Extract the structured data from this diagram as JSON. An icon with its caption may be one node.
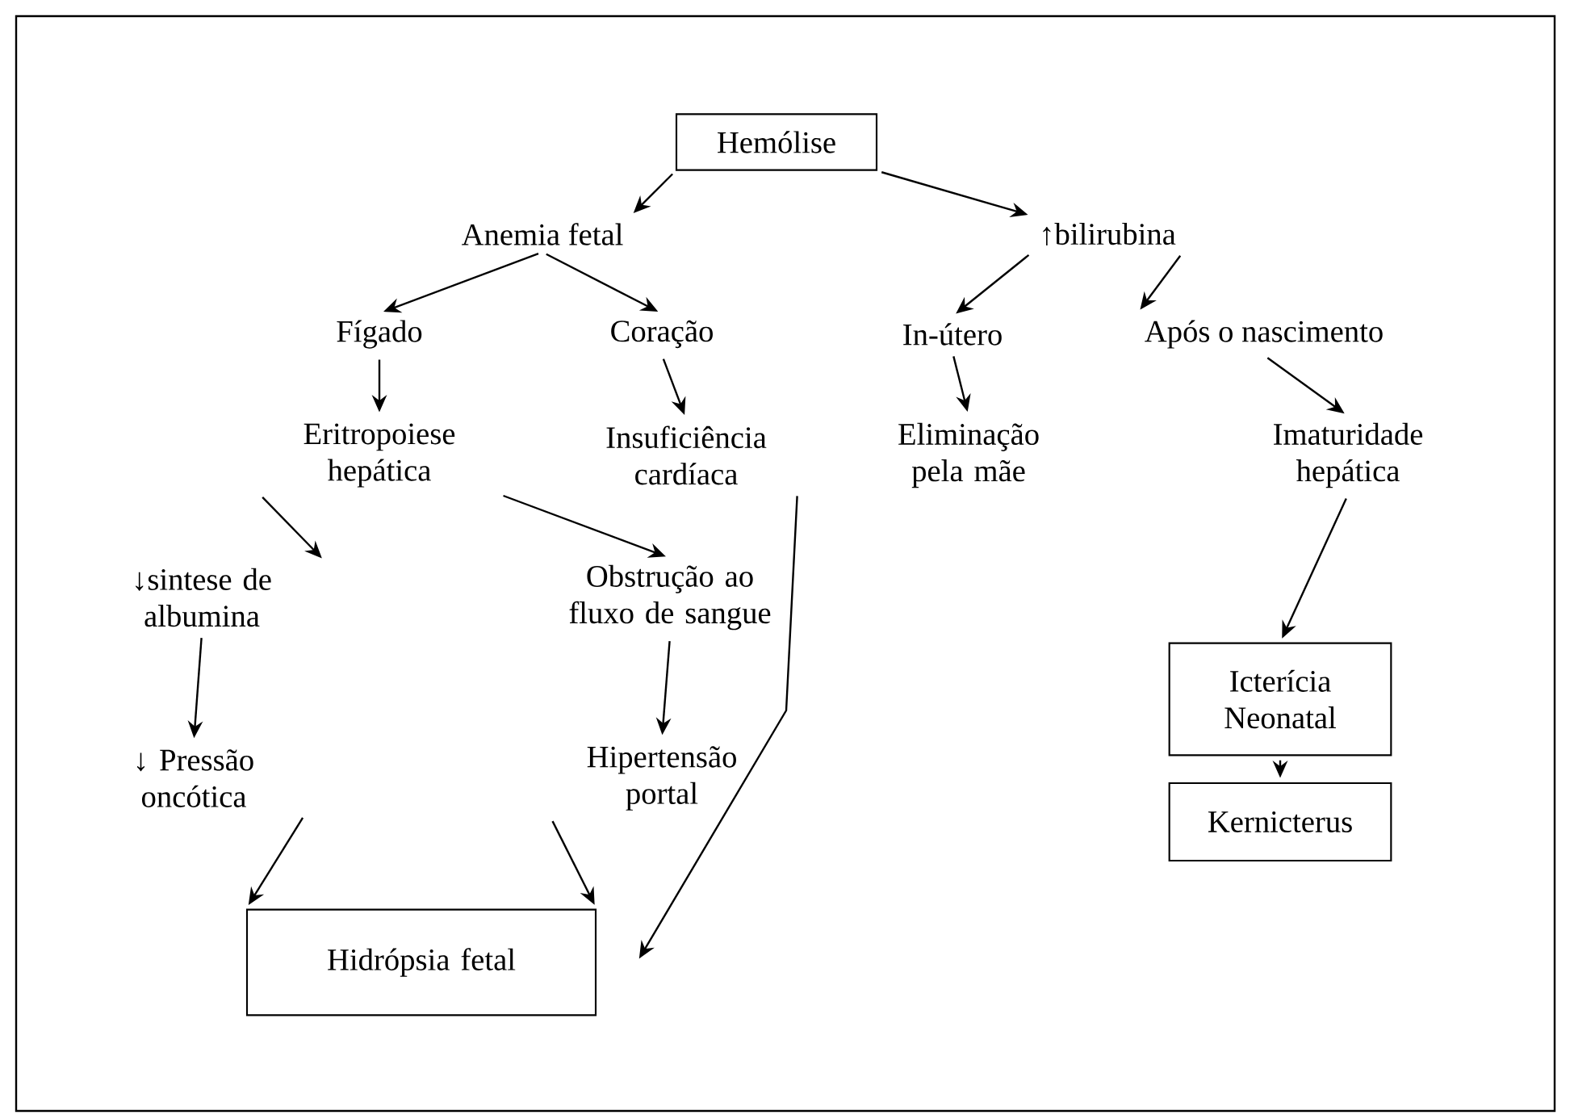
{
  "diagram": {
    "nodes": [
      {
        "text": [
          "Hemólise"
        ]
      },
      {
        "text": [
          "Anemia fetal"
        ]
      },
      {
        "text": [
          "↑bilirubina"
        ]
      },
      {
        "text": [
          "Fígado"
        ]
      },
      {
        "text": [
          "Coração"
        ]
      },
      {
        "text": [
          "In-útero"
        ]
      },
      {
        "text": [
          "Após o nascimento"
        ]
      },
      {
        "text": [
          "Eritropoiese hepática"
        ]
      },
      {
        "text": [
          "Insuficiência cardíaca"
        ]
      },
      {
        "text": [
          "Eliminação pela mãe"
        ]
      },
      {
        "text": [
          "Imaturidade hepática"
        ]
      },
      {
        "text": [
          "↓sintese de albumina"
        ]
      },
      {
        "text": [
          "Obstrução ao fluxo de sangue"
        ]
      },
      {
        "text": [
          "Icterícia Neonatal"
        ]
      },
      {
        "text": [
          "↓ Pressão oncótica"
        ]
      },
      {
        "text": [
          "Hipertensão portal"
        ]
      },
      {
        "text": [
          "Kernicterus"
        ]
      },
      {
        "text": [
          "Hidrópsia fetal"
        ]
      }
    ],
    "edges": [
      {
        "from": 0,
        "to": 1,
        "arrow": "to"
      },
      {
        "from": 0,
        "to": 2,
        "arrow": "to"
      },
      {
        "from": 1,
        "to": 3,
        "arrow": "to"
      },
      {
        "from": 1,
        "to": 4,
        "arrow": "to"
      },
      {
        "from": 2,
        "to": 5,
        "arrow": "to"
      },
      {
        "from": 2,
        "to": 6,
        "arrow": "to"
      },
      {
        "from": 3,
        "to": 7,
        "arrow": "to"
      },
      {
        "from": 4,
        "to": 8,
        "arrow": "to"
      },
      {
        "from": 5,
        "to": 9,
        "arrow": "to"
      },
      {
        "from": 6,
        "to": 10,
        "arrow": "to"
      },
      {
        "from": 7,
        "to": 11,
        "arrow": "to"
      },
      {
        "from": 7,
        "to": 12,
        "arrow": "to"
      },
      {
        "from": 8,
        "to": 17,
        "arrow": "to"
      },
      {
        "from": 10,
        "to": 13,
        "arrow": "to"
      },
      {
        "from": 13,
        "to": 16,
        "arrow": "to"
      },
      {
        "from": 11,
        "to": 14,
        "arrow": "to"
      },
      {
        "from": 12,
        "to": 15,
        "arrow": "to"
      },
      {
        "from": 14,
        "to": 17,
        "arrow": "to"
      },
      {
        "from": 15,
        "to": 17,
        "arrow": "to"
      }
    ]
  }
}
